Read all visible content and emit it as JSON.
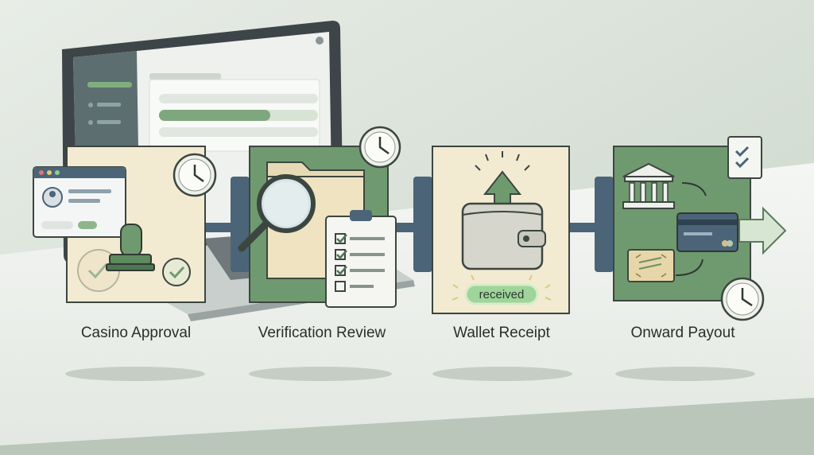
{
  "steps": [
    {
      "label": "Casino Approval"
    },
    {
      "label": "Verification Review"
    },
    {
      "label": "Wallet Receipt"
    },
    {
      "label": "Onward Payout"
    }
  ],
  "wallet_badge": "received",
  "icons": [
    "clock-icon",
    "user-profile-icon",
    "stamp-icon",
    "check-circle-icon",
    "folder-icon",
    "magnifier-icon",
    "clipboard-checklist-icon",
    "wallet-icon",
    "upload-arrow-icon",
    "bank-icon",
    "credit-card-icon",
    "cash-icon",
    "arrow-right-icon",
    "checklist-icon"
  ],
  "colors": {
    "primary_green": "#6f9a6f",
    "dark_slate": "#4b6478",
    "cream": "#f3ead2",
    "badge_green": "#9fd49a"
  }
}
